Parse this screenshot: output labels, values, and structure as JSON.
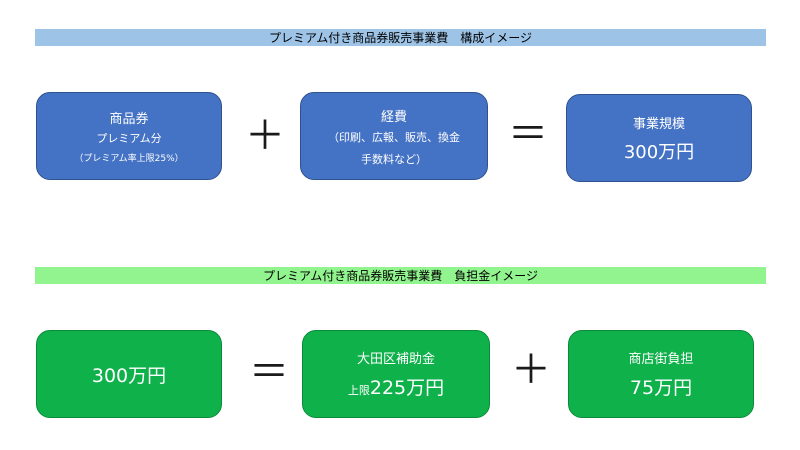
{
  "section1": {
    "title": "プレミアム付き商品券販売事業費　構成イメージ",
    "box1": {
      "line1": "商品券",
      "line2": "プレミアム分",
      "line3": "（プレミアム率上限25%）"
    },
    "plus": "＋",
    "box2": {
      "line1": "経費",
      "line2": "（印刷、広報、販売、換金",
      "line3": "手数料など）"
    },
    "equals": "＝",
    "box3": {
      "line1": "事業規模",
      "line2": "300万円"
    }
  },
  "section2": {
    "title": "プレミアム付き商品券販売事業費　負担金イメージ",
    "box1": {
      "line1": "300万円"
    },
    "equals": "＝",
    "box2": {
      "line1": "大田区補助金",
      "prefix": "上限",
      "amount": "225万円"
    },
    "plus": "＋",
    "box3": {
      "line1": "商店街負担",
      "line2": "75万円"
    }
  },
  "colors": {
    "banner_blue": "#9dc3e6",
    "banner_green": "#92f48f",
    "box_blue": "#4472c4",
    "box_green": "#0fb14b"
  }
}
